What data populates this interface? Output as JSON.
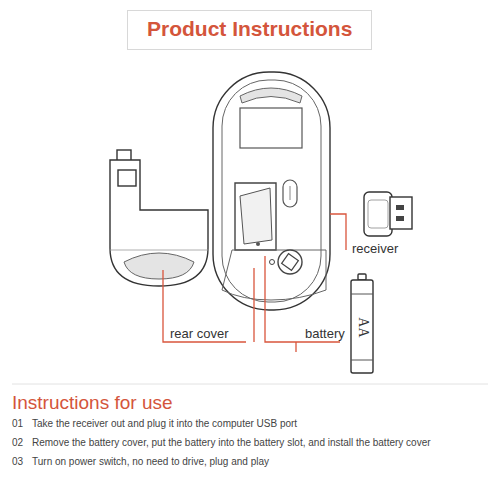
{
  "diagram": {
    "title": "Product Instructions",
    "labels": [
      "rear cover",
      "battery",
      "receiver",
      "AA",
      "Instructions for use",
      "01",
      "Take the receiver out and plug it into the computer USB port",
      "02",
      "Remove the battery cover, put the battery into the battery slot, and install the battery cover",
      "03",
      "Turn on power switch, no need to drive, plug and play"
    ]
  }
}
